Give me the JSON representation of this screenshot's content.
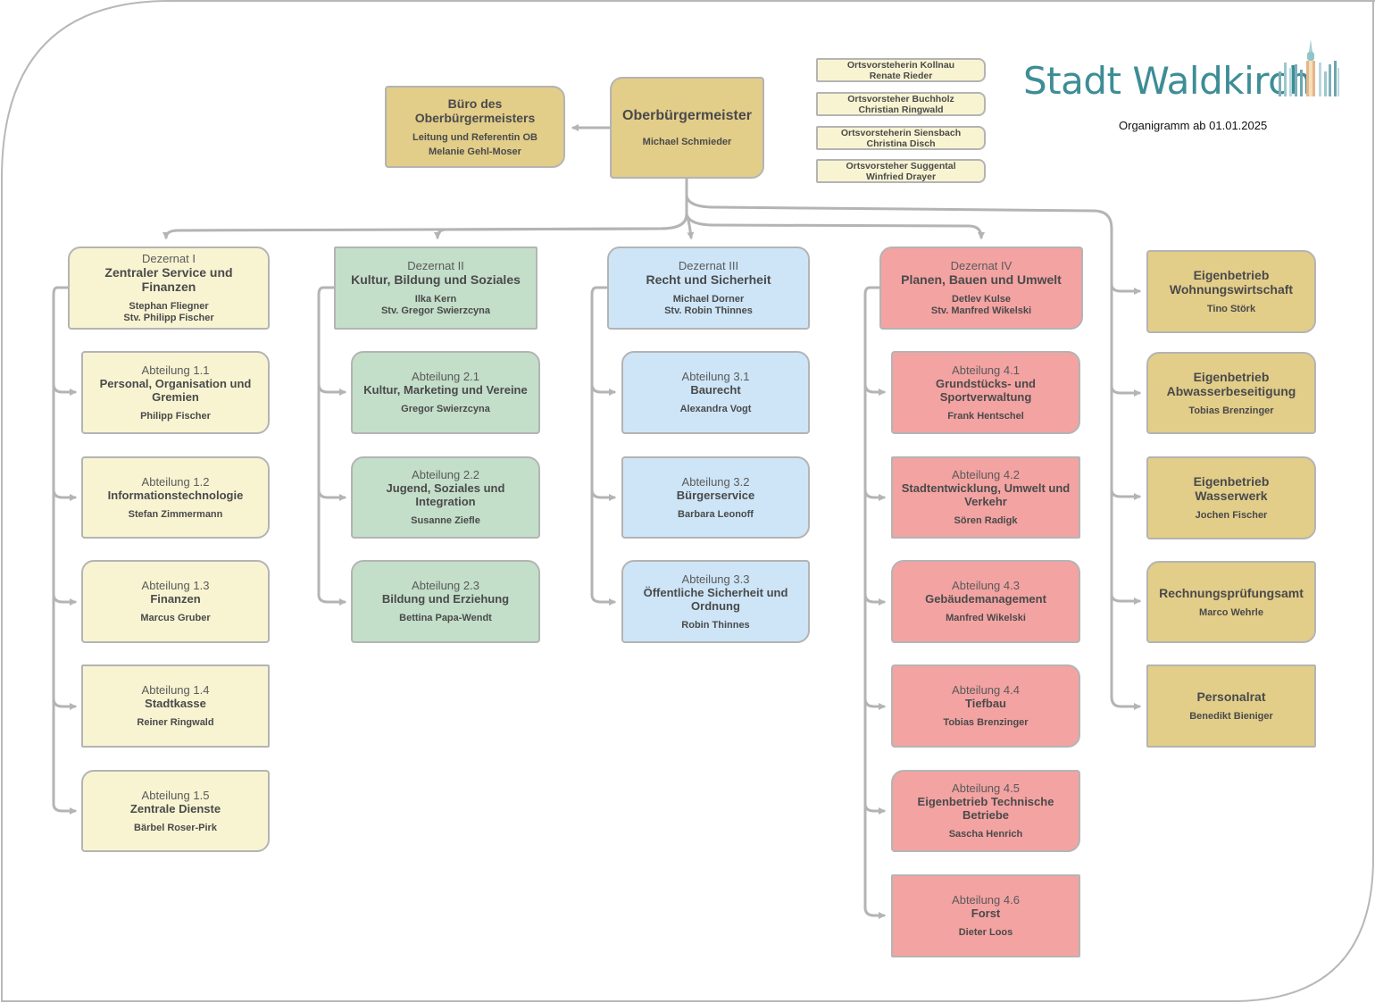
{
  "header": {
    "logo_text": "Stadt Waldkirch",
    "logo_icon": "city-skyline-tower-icon",
    "subtitle": "Organigramm ab 01.01.2025",
    "brand_color": "#3d8d96"
  },
  "mayor": {
    "title": "Oberbürgermeister",
    "person": "Michael Schmieder"
  },
  "mayor_office": {
    "title_line1": "Büro des",
    "title_line2": "Oberbürgermeisters",
    "role": "Leitung und Referentin OB",
    "person": "Melanie Gehl-Moser"
  },
  "local_heads": [
    {
      "title": "Ortsvorsteherin Kollnau",
      "person": "Renate Rieder"
    },
    {
      "title": "Ortsvorsteher Buchholz",
      "person": "Christian Ringwald"
    },
    {
      "title": "Ortsvorsteherin Siensbach",
      "person": "Christina Disch"
    },
    {
      "title": "Ortsvorsteher Suggental",
      "person": "Winfried Drayer"
    }
  ],
  "colors": {
    "gold": "#e2cd89",
    "dezernat_1": "#f8f4d2",
    "dezernat_2": "#c3dec9",
    "dezernat_3": "#cde5f7",
    "dezernat_4": "#f3a3a2",
    "connector": "#b4b4b4"
  },
  "dezernate": [
    {
      "kicker": "Dezernat I",
      "title": "Zentraler Service und Finanzen",
      "person": "Stephan Fliegner",
      "deputy": "Stv. Philipp Fischer",
      "departments": [
        {
          "kicker": "Abteilung 1.1",
          "title_line1": "Personal, Organisation und",
          "title_line2": "Gremien",
          "person": "Philipp Fischer"
        },
        {
          "kicker": "Abteilung 1.2",
          "title_line1": "Informationstechnologie",
          "title_line2": "",
          "person": "Stefan Zimmermann"
        },
        {
          "kicker": "Abteilung 1.3",
          "title_line1": "Finanzen",
          "title_line2": "",
          "person": "Marcus Gruber"
        },
        {
          "kicker": "Abteilung 1.4",
          "title_line1": "Stadtkasse",
          "title_line2": "",
          "person": "Reiner Ringwald"
        },
        {
          "kicker": "Abteilung 1.5",
          "title_line1": "Zentrale Dienste",
          "title_line2": "",
          "person": "Bärbel Roser-Pirk"
        }
      ]
    },
    {
      "kicker": "Dezernat II",
      "title": "Kultur, Bildung und Soziales",
      "person": "Ilka Kern",
      "deputy": "Stv. Gregor Swierzcyna",
      "departments": [
        {
          "kicker": "Abteilung 2.1",
          "title_line1": "Kultur, Marketing und Vereine",
          "title_line2": "",
          "person": "Gregor Swierzcyna"
        },
        {
          "kicker": "Abteilung 2.2",
          "title_line1": "Jugend, Soziales und Integration",
          "title_line2": "",
          "person": "Susanne Ziefle"
        },
        {
          "kicker": "Abteilung 2.3",
          "title_line1": "Bildung und Erziehung",
          "title_line2": "",
          "person": "Bettina Papa-Wendt"
        }
      ]
    },
    {
      "kicker": "Dezernat III",
      "title": "Recht und Sicherheit",
      "person": "Michael Dorner",
      "deputy": "Stv. Robin Thinnes",
      "departments": [
        {
          "kicker": "Abteilung 3.1",
          "title_line1": "Baurecht",
          "title_line2": "",
          "person": "Alexandra Vogt"
        },
        {
          "kicker": "Abteilung 3.2",
          "title_line1": "Bürgerservice",
          "title_line2": "",
          "person": "Barbara Leonoff"
        },
        {
          "kicker": "Abteilung 3.3",
          "title_line1": "Öffentliche Sicherheit und",
          "title_line2": "Ordnung",
          "person": "Robin Thinnes"
        }
      ]
    },
    {
      "kicker": "Dezernat IV",
      "title": "Planen, Bauen und Umwelt",
      "person": "Detlev Kulse",
      "deputy": "Stv. Manfred Wikelski",
      "departments": [
        {
          "kicker": "Abteilung 4.1",
          "title_line1": "Grundstücks- und",
          "title_line2": "Sportverwaltung",
          "person": "Frank Hentschel"
        },
        {
          "kicker": "Abteilung 4.2",
          "title_line1": "Stadtentwicklung, Umwelt und",
          "title_line2": "Verkehr",
          "person": "Sören Radigk"
        },
        {
          "kicker": "Abteilung 4.3",
          "title_line1": "Gebäudemanagement",
          "title_line2": "",
          "person": "Manfred Wikelski"
        },
        {
          "kicker": "Abteilung 4.4",
          "title_line1": "Tiefbau",
          "title_line2": "",
          "person": "Tobias Brenzinger"
        },
        {
          "kicker": "Abteilung 4.5",
          "title_line1": "Eigenbetrieb Technische Betriebe",
          "title_line2": "",
          "person": "Sascha Henrich"
        },
        {
          "kicker": "Abteilung 4.6",
          "title_line1": "Forst",
          "title_line2": "",
          "person": "Dieter Loos"
        }
      ]
    }
  ],
  "special_units": [
    {
      "title_line1": "Eigenbetrieb",
      "title_line2": "Wohnungswirtschaft",
      "person": "Tino Störk"
    },
    {
      "title_line1": "Eigenbetrieb",
      "title_line2": "Abwasserbeseitigung",
      "person": "Tobias Brenzinger"
    },
    {
      "title_line1": "Eigenbetrieb",
      "title_line2": "Wasserwerk",
      "person": "Jochen Fischer"
    },
    {
      "title_line1": "Rechnungsprüfungsamt",
      "title_line2": "",
      "person": "Marco Wehrle"
    },
    {
      "title_line1": "Personalrat",
      "title_line2": "",
      "person": "Benedikt Bieniger"
    }
  ]
}
